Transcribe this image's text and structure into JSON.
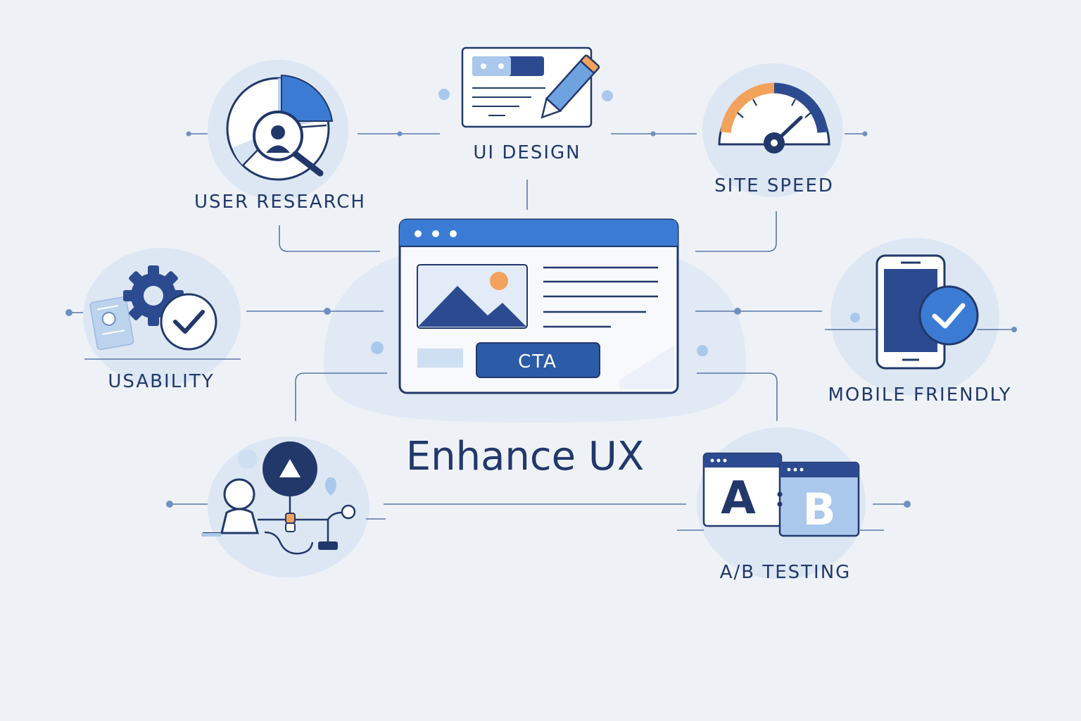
{
  "title": "Enhance UX",
  "center_window": {
    "cta_label": "CTA"
  },
  "nodes": {
    "user_research": {
      "label": "USER RESEARCH",
      "icon": "magnifier-pie-icon"
    },
    "ui_design": {
      "label": "UI DESIGN",
      "icon": "wireframe-pencil-icon"
    },
    "site_speed": {
      "label": "SITE SPEED",
      "icon": "speedometer-icon"
    },
    "usability": {
      "label": "USABILITY",
      "icon": "gear-check-icon"
    },
    "mobile_friendly": {
      "label": "MOBILE FRIENDLY",
      "icon": "phone-check-icon"
    },
    "user_journey": {
      "icon": "user-journey-icon"
    },
    "ab_testing": {
      "label": "A/B TESTING",
      "letter_a": "A",
      "letter_b": "B",
      "icon": "ab-windows-icon"
    }
  },
  "colors": {
    "navy": "#22386b",
    "blue": "#3b7bd4",
    "light_blue": "#a9c8ec",
    "orange": "#f2a25a",
    "background": "#eef2f7"
  }
}
